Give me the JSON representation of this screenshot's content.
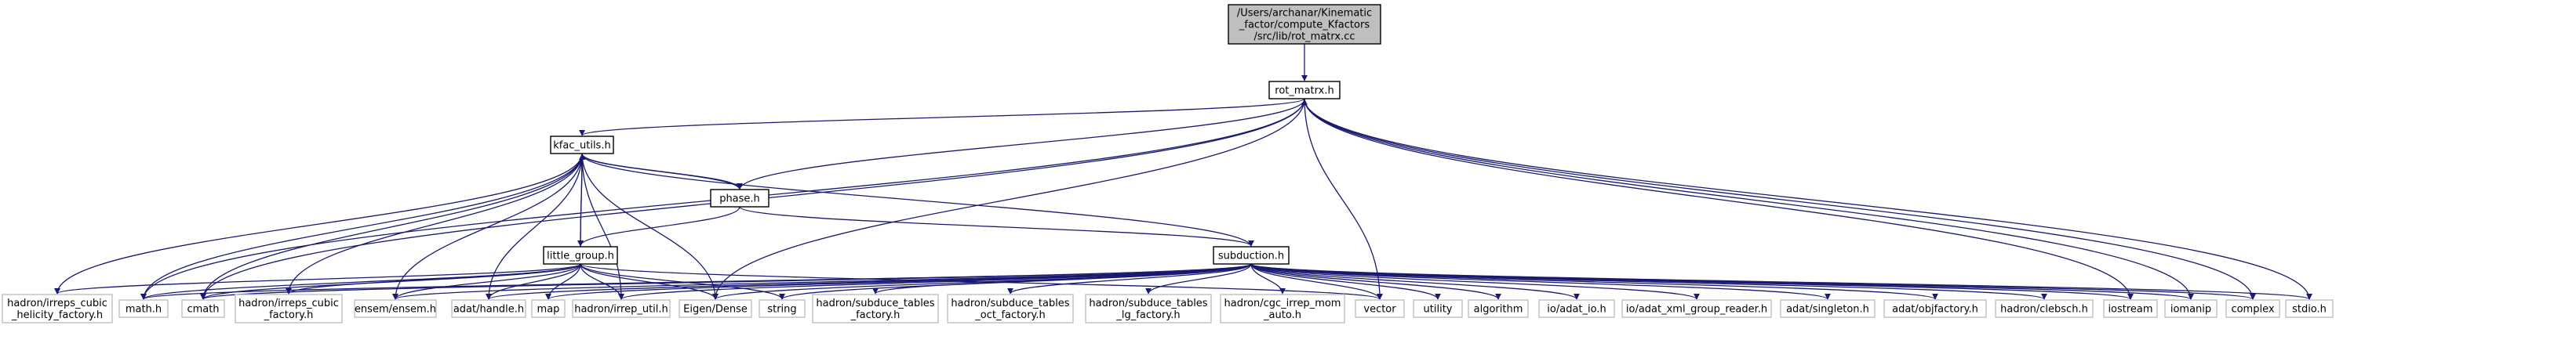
{
  "colors": {
    "edge": "#191970",
    "node_fill": "#ffffff",
    "node_stroke": "#000000",
    "external_stroke": "#bfbfbf",
    "root_fill": "#bfbfbf"
  },
  "graph": {
    "nodes": [
      {
        "id": "root",
        "kind": "root",
        "lines": [
          "/Users/archanar/Kinematic",
          "_factor/compute_Kfactors",
          "/src/lib/rot_matrx.cc"
        ]
      },
      {
        "id": "rot_matrx",
        "kind": "file",
        "lines": [
          "rot_matrx.h"
        ]
      },
      {
        "id": "kfac_utils",
        "kind": "file",
        "lines": [
          "kfac_utils.h"
        ]
      },
      {
        "id": "phase",
        "kind": "file",
        "lines": [
          "phase.h"
        ]
      },
      {
        "id": "little_group",
        "kind": "file",
        "lines": [
          "little_group.h"
        ]
      },
      {
        "id": "subduction",
        "kind": "file",
        "lines": [
          "subduction.h"
        ]
      },
      {
        "id": "irreps_cubic_helicity",
        "kind": "external",
        "lines": [
          "hadron/irreps_cubic",
          "_helicity_factory.h"
        ]
      },
      {
        "id": "math",
        "kind": "external",
        "lines": [
          "math.h"
        ]
      },
      {
        "id": "cmath",
        "kind": "external",
        "lines": [
          "cmath"
        ]
      },
      {
        "id": "irreps_cubic_factory",
        "kind": "external",
        "lines": [
          "hadron/irreps_cubic",
          "_factory.h"
        ]
      },
      {
        "id": "ensem",
        "kind": "external",
        "lines": [
          "ensem/ensem.h"
        ]
      },
      {
        "id": "adat_handle",
        "kind": "external",
        "lines": [
          "adat/handle.h"
        ]
      },
      {
        "id": "map",
        "kind": "external",
        "lines": [
          "map"
        ]
      },
      {
        "id": "irrep_util",
        "kind": "external",
        "lines": [
          "hadron/irrep_util.h"
        ]
      },
      {
        "id": "eigen",
        "kind": "external",
        "lines": [
          "Eigen/Dense"
        ]
      },
      {
        "id": "string",
        "kind": "external",
        "lines": [
          "string"
        ]
      },
      {
        "id": "subduce_tables",
        "kind": "external",
        "lines": [
          "hadron/subduce_tables",
          "_factory.h"
        ]
      },
      {
        "id": "subduce_tables_oct",
        "kind": "external",
        "lines": [
          "hadron/subduce_tables",
          "_oct_factory.h"
        ]
      },
      {
        "id": "subduce_tables_lg",
        "kind": "external",
        "lines": [
          "hadron/subduce_tables",
          "_lg_factory.h"
        ]
      },
      {
        "id": "cgc_irrep_mom",
        "kind": "external",
        "lines": [
          "hadron/cgc_irrep_mom",
          "_auto.h"
        ]
      },
      {
        "id": "vector",
        "kind": "external",
        "lines": [
          "vector"
        ]
      },
      {
        "id": "utility",
        "kind": "external",
        "lines": [
          "utility"
        ]
      },
      {
        "id": "algorithm",
        "kind": "external",
        "lines": [
          "algorithm"
        ]
      },
      {
        "id": "adat_io",
        "kind": "external",
        "lines": [
          "io/adat_io.h"
        ]
      },
      {
        "id": "xml_group_reader",
        "kind": "external",
        "lines": [
          "io/adat_xml_group_reader.h"
        ]
      },
      {
        "id": "singleton",
        "kind": "external",
        "lines": [
          "adat/singleton.h"
        ]
      },
      {
        "id": "objfactory",
        "kind": "external",
        "lines": [
          "adat/objfactory.h"
        ]
      },
      {
        "id": "clebsch",
        "kind": "external",
        "lines": [
          "hadron/clebsch.h"
        ]
      },
      {
        "id": "iostream",
        "kind": "external",
        "lines": [
          "iostream"
        ]
      },
      {
        "id": "iomanip",
        "kind": "external",
        "lines": [
          "iomanip"
        ]
      },
      {
        "id": "complex",
        "kind": "external",
        "lines": [
          "complex"
        ]
      },
      {
        "id": "stdio",
        "kind": "external",
        "lines": [
          "stdio.h"
        ]
      }
    ],
    "edges": [
      [
        "root",
        "rot_matrx"
      ],
      [
        "rot_matrx",
        "kfac_utils"
      ],
      [
        "rot_matrx",
        "math"
      ],
      [
        "rot_matrx",
        "cmath"
      ],
      [
        "rot_matrx",
        "eigen"
      ],
      [
        "rot_matrx",
        "vector"
      ],
      [
        "rot_matrx",
        "iostream"
      ],
      [
        "rot_matrx",
        "iomanip"
      ],
      [
        "rot_matrx",
        "complex"
      ],
      [
        "rot_matrx",
        "stdio"
      ],
      [
        "kfac_utils",
        "phase"
      ],
      [
        "kfac_utils",
        "little_group"
      ],
      [
        "kfac_utils",
        "irreps_cubic_helicity"
      ],
      [
        "kfac_utils",
        "math"
      ],
      [
        "kfac_utils",
        "cmath"
      ],
      [
        "kfac_utils",
        "irreps_cubic_factory"
      ],
      [
        "kfac_utils",
        "ensem"
      ],
      [
        "kfac_utils",
        "adat_handle"
      ],
      [
        "kfac_utils",
        "irrep_util"
      ],
      [
        "kfac_utils",
        "eigen"
      ],
      [
        "phase",
        "rot_matrx"
      ],
      [
        "phase",
        "kfac_utils"
      ],
      [
        "phase",
        "little_group"
      ],
      [
        "phase",
        "subduction"
      ],
      [
        "little_group",
        "kfac_utils"
      ],
      [
        "little_group",
        "irreps_cubic_helicity"
      ],
      [
        "little_group",
        "math"
      ],
      [
        "little_group",
        "cmath"
      ],
      [
        "little_group",
        "irreps_cubic_factory"
      ],
      [
        "little_group",
        "ensem"
      ],
      [
        "little_group",
        "adat_handle"
      ],
      [
        "little_group",
        "map"
      ],
      [
        "little_group",
        "irrep_util"
      ],
      [
        "little_group",
        "eigen"
      ],
      [
        "little_group",
        "string"
      ],
      [
        "little_group",
        "vector"
      ],
      [
        "subduction",
        "kfac_utils"
      ],
      [
        "subduction",
        "math"
      ],
      [
        "subduction",
        "cmath"
      ],
      [
        "subduction",
        "ensem"
      ],
      [
        "subduction",
        "adat_handle"
      ],
      [
        "subduction",
        "map"
      ],
      [
        "subduction",
        "irrep_util"
      ],
      [
        "subduction",
        "eigen"
      ],
      [
        "subduction",
        "string"
      ],
      [
        "subduction",
        "subduce_tables"
      ],
      [
        "subduction",
        "subduce_tables_oct"
      ],
      [
        "subduction",
        "subduce_tables_lg"
      ],
      [
        "subduction",
        "cgc_irrep_mom"
      ],
      [
        "subduction",
        "vector"
      ],
      [
        "subduction",
        "utility"
      ],
      [
        "subduction",
        "algorithm"
      ],
      [
        "subduction",
        "adat_io"
      ],
      [
        "subduction",
        "xml_group_reader"
      ],
      [
        "subduction",
        "singleton"
      ],
      [
        "subduction",
        "objfactory"
      ],
      [
        "subduction",
        "clebsch"
      ],
      [
        "subduction",
        "iostream"
      ],
      [
        "subduction",
        "iomanip"
      ],
      [
        "subduction",
        "complex"
      ],
      [
        "subduction",
        "stdio"
      ]
    ]
  }
}
